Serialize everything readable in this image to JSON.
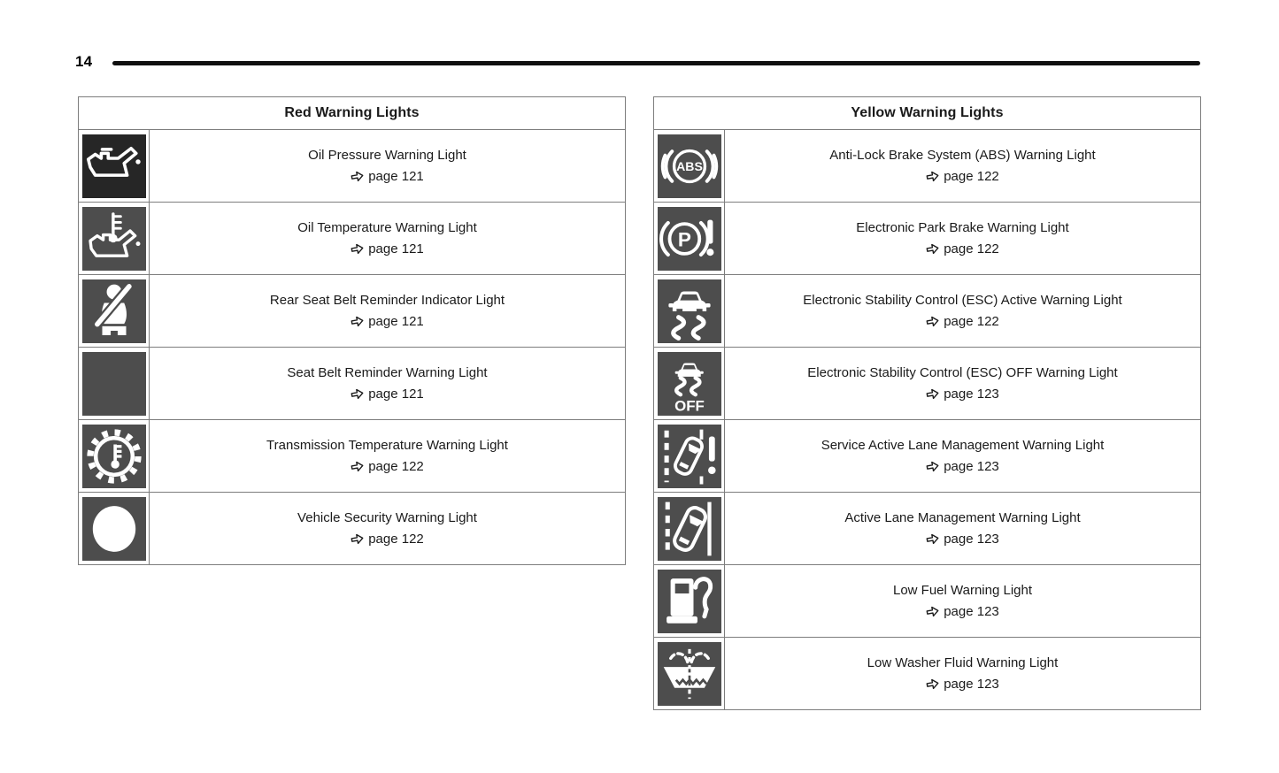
{
  "page": {
    "number": "14"
  },
  "colors": {
    "tile_gray": "#4d4d4d",
    "tile_dark": "#262626",
    "table_border": "#7d7d7d",
    "text": "#1a1a1a",
    "rule": "#101010"
  },
  "tables": [
    {
      "title": "Red Warning Lights",
      "rows": [
        {
          "icon": "oil-pressure-warning",
          "tile": "dark",
          "label": "Oil Pressure Warning Light",
          "page_ref": "page 121"
        },
        {
          "icon": "oil-temperature-warning",
          "label": "Oil Temperature Warning Light",
          "page_ref": "page 121"
        },
        {
          "icon": "rear-seat-belt-reminder",
          "label": "Rear Seat Belt Reminder Indicator Light",
          "page_ref": "page 121"
        },
        {
          "icon": "seat-belt-reminder",
          "label": "Seat Belt Reminder Warning Light",
          "page_ref": "page 121"
        },
        {
          "icon": "transmission-temperature-warning",
          "label": "Transmission Temperature Warning Light",
          "page_ref": "page 122"
        },
        {
          "icon": "vehicle-security-warning",
          "label": "Vehicle Security Warning Light",
          "page_ref": "page 122"
        }
      ]
    },
    {
      "title": "Yellow Warning Lights",
      "rows": [
        {
          "icon": "abs-warning",
          "label": "Anti-Lock Brake System (ABS) Warning Light",
          "page_ref": "page 122"
        },
        {
          "icon": "electronic-park-brake-warning",
          "label": "Electronic Park Brake Warning Light",
          "page_ref": "page 122"
        },
        {
          "icon": "esc-active-warning",
          "label": "Electronic Stability Control (ESC) Active Warning Light",
          "page_ref": "page 122"
        },
        {
          "icon": "esc-off-warning",
          "label": "Electronic Stability Control (ESC) OFF Warning Light",
          "page_ref": "page 123"
        },
        {
          "icon": "service-active-lane-management-warning",
          "label": "Service Active Lane Management Warning Light",
          "page_ref": "page 123"
        },
        {
          "icon": "active-lane-management-warning",
          "label": "Active Lane Management Warning Light",
          "page_ref": "page 123"
        },
        {
          "icon": "low-fuel-warning",
          "label": "Low Fuel Warning Light",
          "page_ref": "page 123"
        },
        {
          "icon": "low-washer-fluid-warning",
          "label": "Low Washer Fluid Warning Light",
          "page_ref": "page 123"
        }
      ]
    }
  ]
}
